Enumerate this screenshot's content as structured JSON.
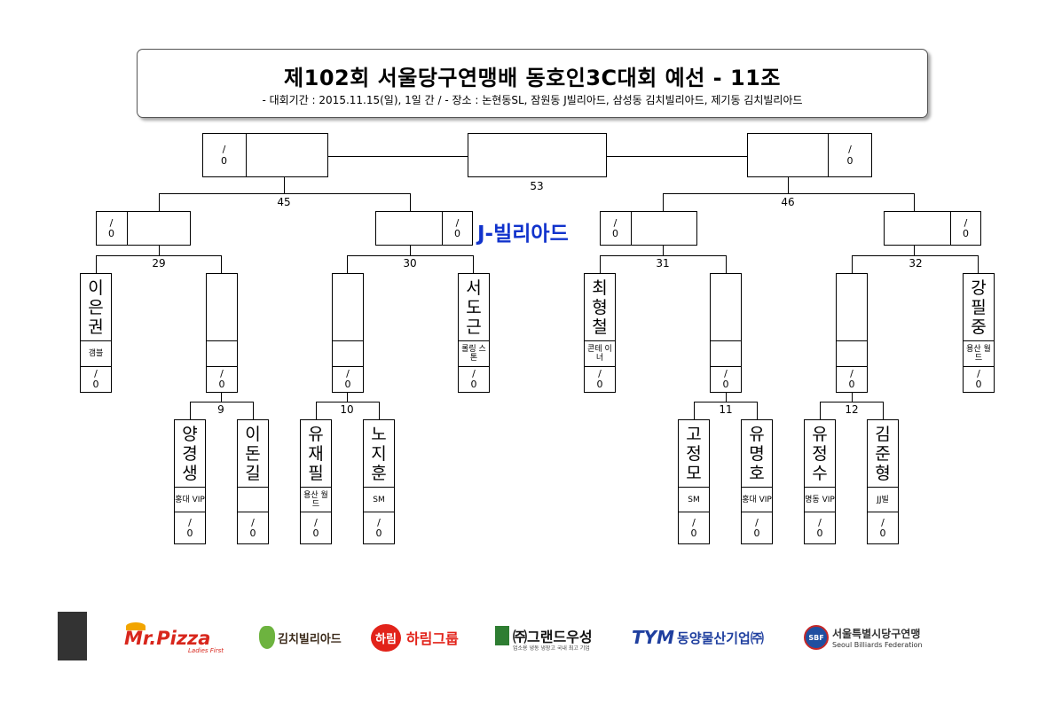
{
  "header": {
    "title": "제102회 서울당구연맹배 동호인3C대회 예선 - 11조",
    "subtitle": "- 대회기간 : 2015.11.15(일), 1일 간 / - 장소 : 논현동SL, 잠원동 J빌리아드, 삼성동 김치빌리아드, 제기동 김치빌리아드"
  },
  "venue": "J-빌리아드",
  "matches": {
    "m9": "9",
    "m10": "10",
    "m11": "11",
    "m12": "12",
    "m29": "29",
    "m30": "30",
    "m31": "31",
    "m32": "32",
    "m45": "45",
    "m46": "46",
    "m53": "53"
  },
  "score_blank": {
    "top": "/",
    "bottom": "0"
  },
  "players": {
    "p1": {
      "name": [
        "이",
        "은",
        "권"
      ],
      "club": "갬블"
    },
    "p2": {
      "name": [],
      "club": ""
    },
    "p3": {
      "name": [],
      "club": ""
    },
    "p4": {
      "name": [
        "서",
        "도",
        "근"
      ],
      "club": "롤링 스톤"
    },
    "p5": {
      "name": [
        "최",
        "형",
        "철"
      ],
      "club": "콘테 이너"
    },
    "p6": {
      "name": [],
      "club": ""
    },
    "p7": {
      "name": [],
      "club": ""
    },
    "p8": {
      "name": [
        "강",
        "필",
        "중"
      ],
      "club": "용산 월드"
    },
    "r1": {
      "name": [
        "양",
        "경",
        "생"
      ],
      "club": "홍대 VIP"
    },
    "r2": {
      "name": [
        "이",
        "돈",
        "길"
      ],
      "club": ""
    },
    "r3": {
      "name": [
        "유",
        "재",
        "필"
      ],
      "club": "용산 월드"
    },
    "r4": {
      "name": [
        "노",
        "지",
        "훈"
      ],
      "club": "SM"
    },
    "r5": {
      "name": [
        "고",
        "정",
        "모"
      ],
      "club": "SM"
    },
    "r6": {
      "name": [
        "유",
        "명",
        "호"
      ],
      "club": "홍대 VIP"
    },
    "r7": {
      "name": [
        "유",
        "정",
        "수"
      ],
      "club": "명동 VIP"
    },
    "r8": {
      "name": [
        "김",
        "준",
        "형"
      ],
      "club": "JJ빌"
    }
  },
  "sponsors": {
    "mrpizza": "Mr.Pizza",
    "mrpizza_sub": "Ladies First",
    "kimchi": "김치빌리아드",
    "harim_badge": "하림",
    "harim": "하림그룹",
    "grand": "㈜그랜드우성",
    "grand_sub": "업소용 냉동 냉장고 국내 최고 기업",
    "tym_logo": "TYM",
    "tym": "동양물산기업㈜",
    "sbf_badge": "SBF",
    "sbf": "서울특별시당구연맹",
    "sbf_sub": "Seoul Billiards Federation"
  },
  "colors": {
    "venue": "#1133cc",
    "mrpizza": "#d8261c",
    "harim": "#e2231a",
    "tym": "#1f3f9f",
    "grand": "#2e7d32"
  }
}
